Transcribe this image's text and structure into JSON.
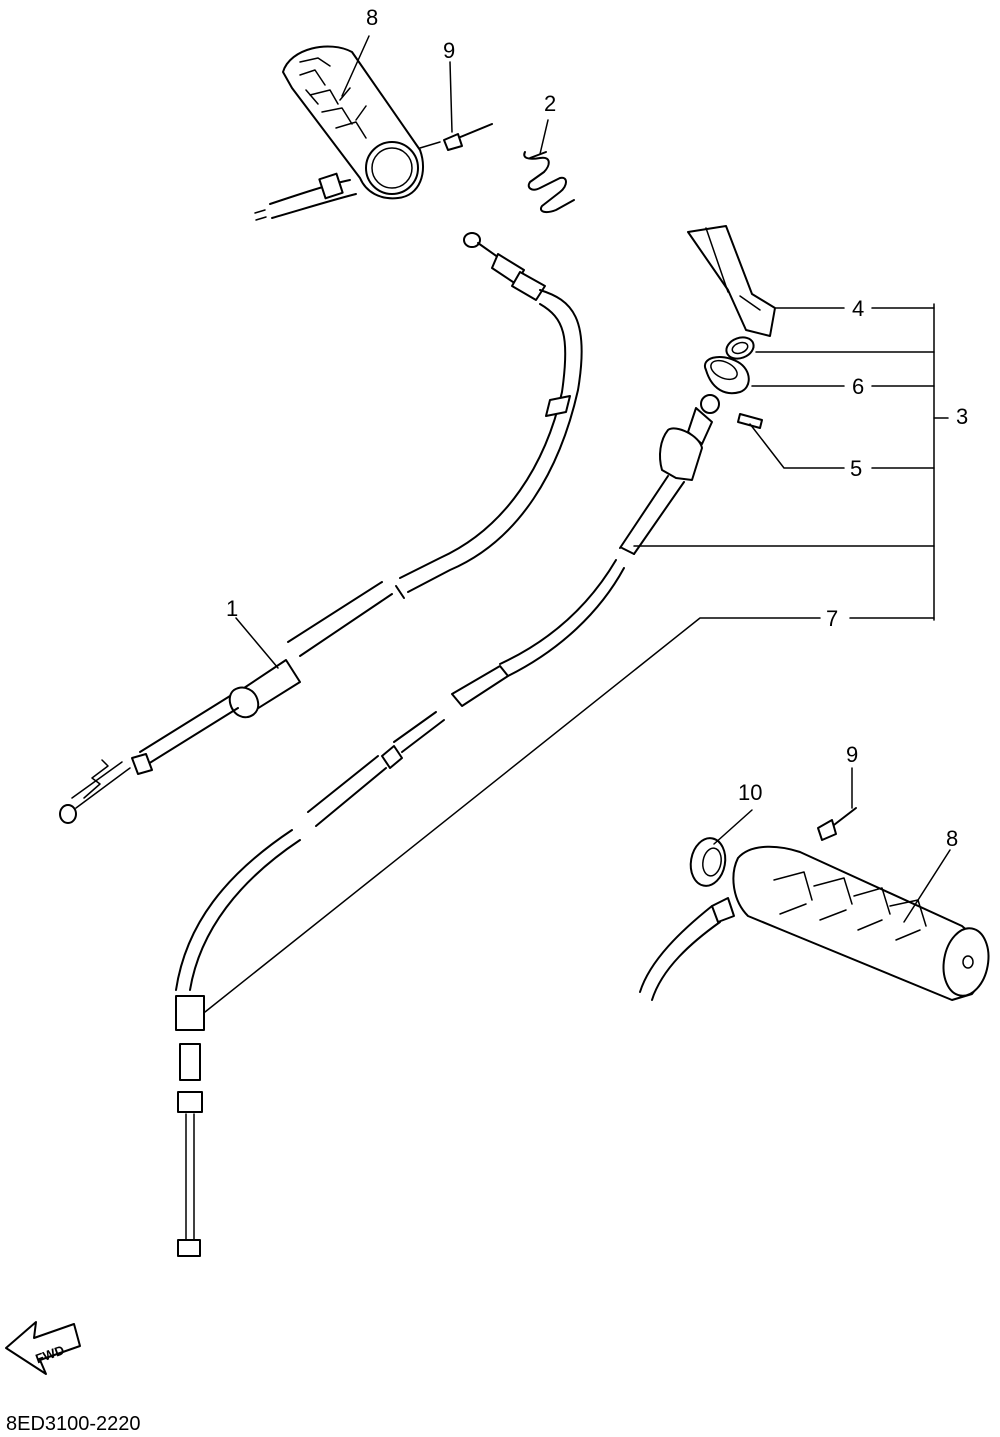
{
  "callouts": {
    "grip_left": "8",
    "pin_top": "9",
    "clip": "2",
    "throttle_cable": "1",
    "lever_assy": "3",
    "lever": "4",
    "washer": "6",
    "pin": "5",
    "cable_7": "7",
    "pin_right": "9",
    "collar": "10",
    "grip_right": "8"
  },
  "fwd_label": "FWD",
  "diagram_code": "8ED3100-2220",
  "icons": {
    "fwd": "fwd-arrow-icon"
  }
}
